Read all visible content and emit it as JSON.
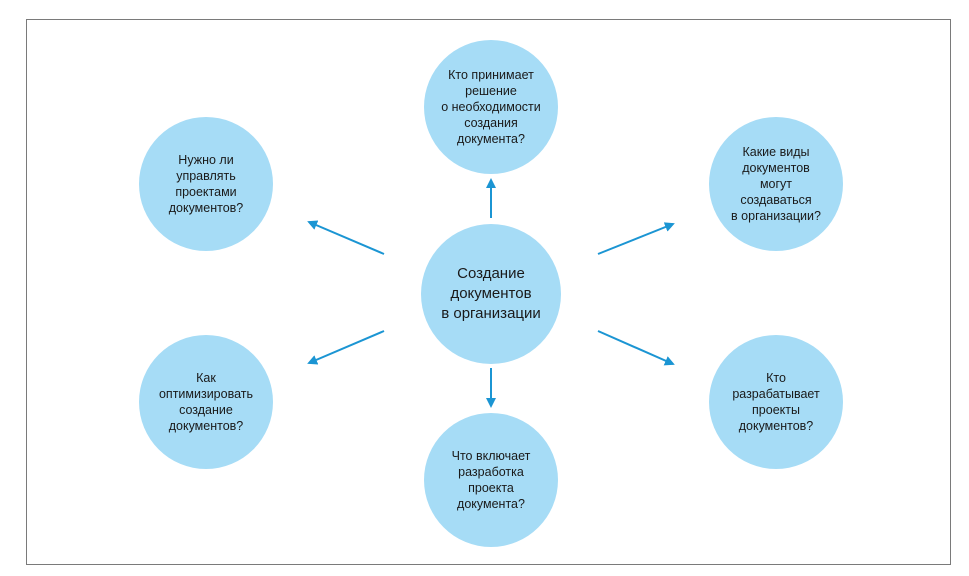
{
  "center": {
    "text": "Создание\nдокументов\nв организации"
  },
  "nodes": {
    "top": "Кто принимает\nрешение\nо необходимости\nсоздания\nдокумента?",
    "upper_right": "Какие виды\nдокументов\nмогут\nсоздаваться\nв организации?",
    "lower_right": "Кто\nразрабатывает\nпроекты\nдокументов?",
    "bottom": "Что включает\nразработка\nпроекта\nдокумента?",
    "lower_left": "Как\nоптимизировать\nсоздание\nдокументов?",
    "upper_left": "Нужно ли\nуправлять\nпроектами\nдокументов?"
  },
  "colors": {
    "circle_fill": "#a6dcf6",
    "arrow": "#1b95d3",
    "frame": "#7a7a7a"
  }
}
